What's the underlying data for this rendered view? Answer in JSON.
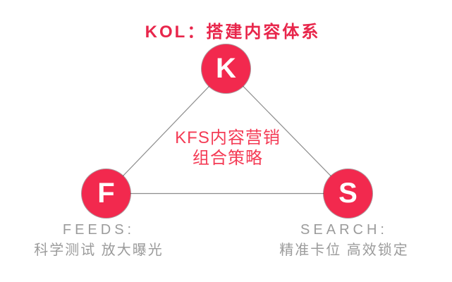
{
  "title": {
    "text": "KOL：搭建内容体系"
  },
  "diagram": {
    "nodes": {
      "k": {
        "letter": "K"
      },
      "f": {
        "letter": "F"
      },
      "s": {
        "letter": "S"
      }
    },
    "center_label": {
      "line1": "KFS内容营销",
      "line2": "组合策略"
    },
    "captions": {
      "feeds": {
        "heading": "FEEDS:",
        "description": "科学测试 放大曝光"
      },
      "search": {
        "heading": "SEARCH:",
        "description": "精准卡位 高效锁定"
      }
    }
  },
  "colors": {
    "node_red": "#F2294E",
    "title_red": "#E8264B",
    "center_text_red": "#F43B55",
    "caption_gray": "#9B9B9B",
    "edge_line_gray": "#8D8D8D",
    "node_letter_white": "#FFFFFF",
    "background": "#FFFFFF"
  }
}
